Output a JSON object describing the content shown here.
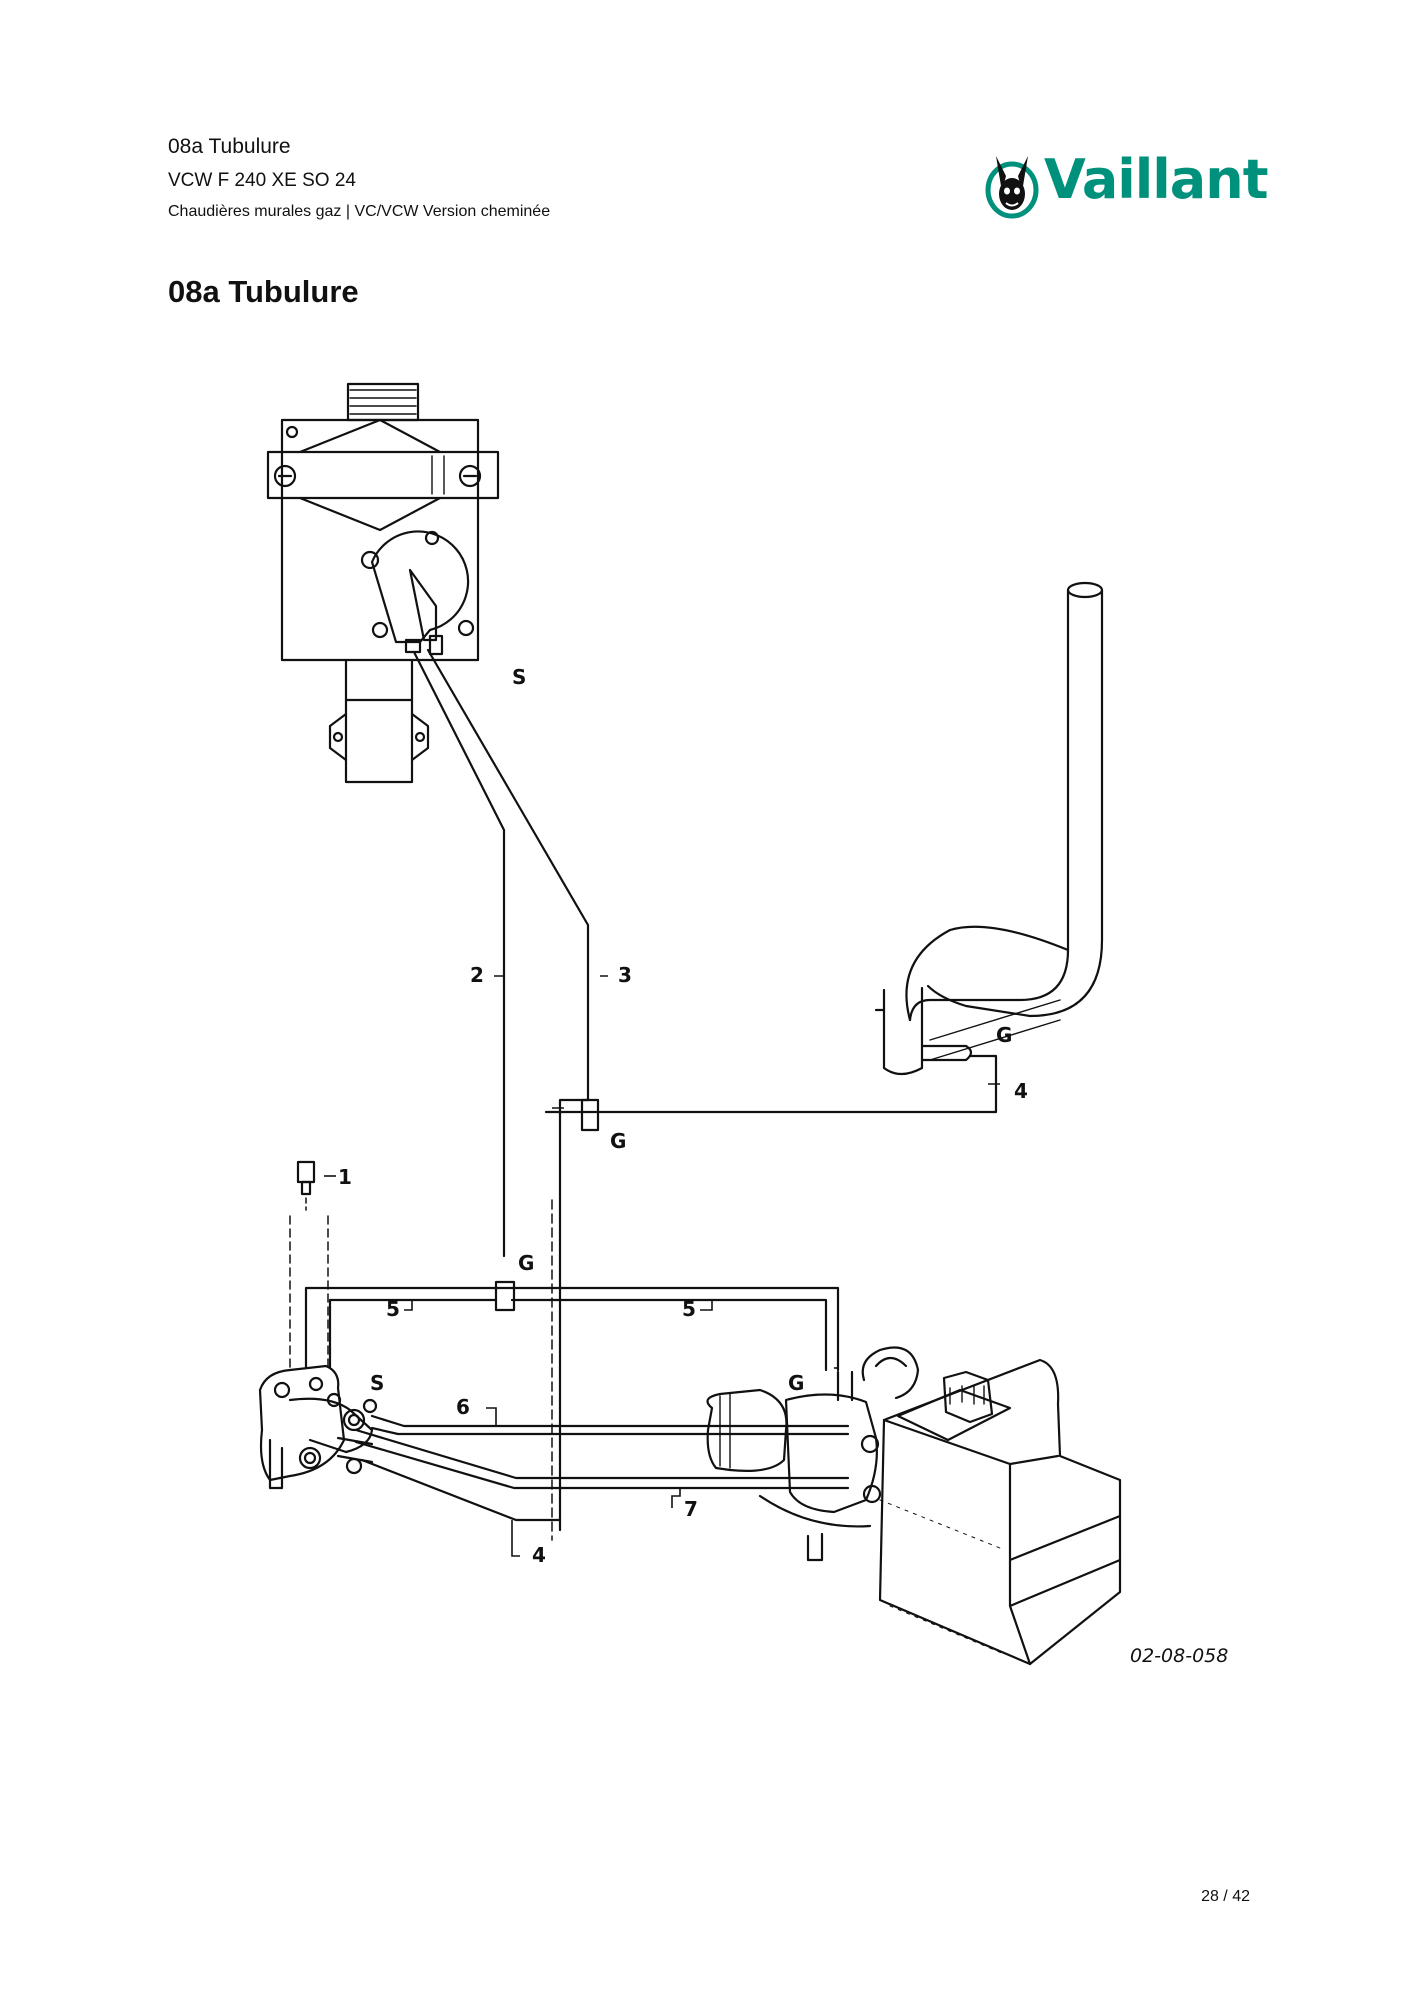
{
  "header": {
    "section": "08a Tubulure",
    "model": "VCW F 240 XE SO 24",
    "category": "Chaudières murales gaz | VC/VCW Version cheminée"
  },
  "logo": {
    "text": "Vaillant",
    "color": "#00917c",
    "icon": "hare-logo-icon"
  },
  "page_title": "08a Tubulure",
  "diagram": {
    "reference": "02-08-058",
    "labels": {
      "s_top": "S",
      "s_left": "S",
      "g_right": "G",
      "g_tee_upper": "G",
      "g_tee_lower": "G",
      "g_pump": "G",
      "n1": "1",
      "n2": "2",
      "n3": "3",
      "n4_right": "4",
      "n4_bottom": "4",
      "n5_left": "5",
      "n5_right": "5",
      "n6": "6",
      "n7": "7"
    }
  },
  "footer": {
    "page": "28 / 42"
  }
}
